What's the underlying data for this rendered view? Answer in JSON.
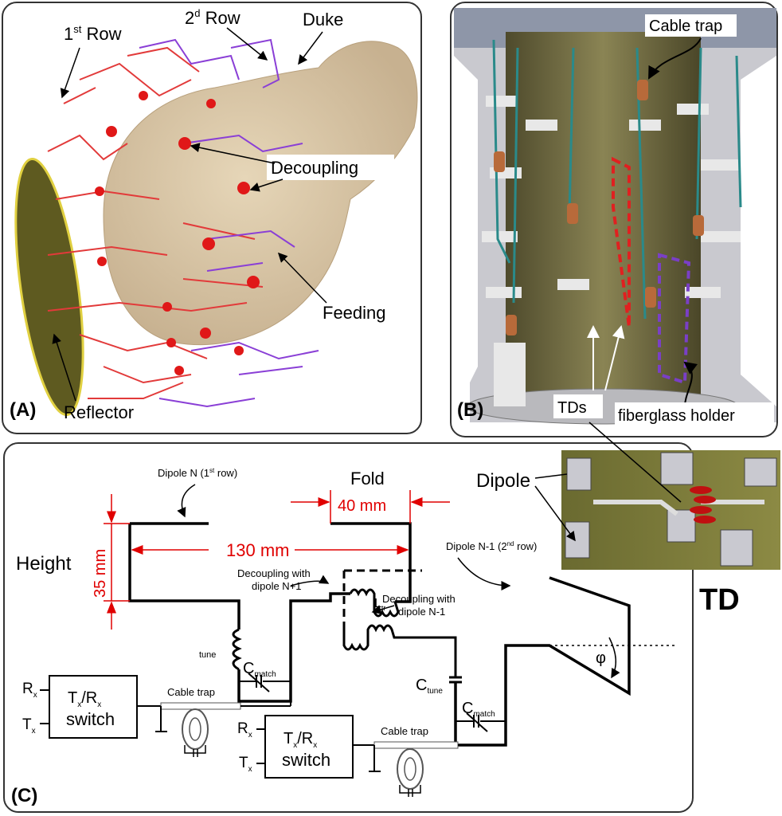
{
  "panel_a": {
    "tag": "(A)",
    "first_row": "1",
    "first_row_sup": "st",
    "first_row_suffix": " Row",
    "second_row": "2",
    "second_row_sup": "d",
    "second_row_suffix": " Row",
    "duke": "Duke",
    "decoupling": "Decoupling",
    "feeding": "Feeding",
    "reflector": "Reflector"
  },
  "panel_b": {
    "tag": "(B)",
    "cable_trap": "Cable trap",
    "tds": "TDs",
    "fiberglass_holder": "fiberglass holder"
  },
  "panel_c": {
    "tag": "(C)",
    "dipole_n": "Dipole N (1",
    "dipole_n_sup": "st",
    "dipole_n_suffix": " row)",
    "fold": "Fold",
    "fold_width": "40 mm",
    "length": "130 mm",
    "height": "Height",
    "height_value": "35 mm",
    "decoupling_n_plus_1": [
      "Decoupling with",
      "dipole N+1"
    ],
    "decoupling_n_minus_1": [
      "Decoupling with",
      "dipole N-1"
    ],
    "l_tr": "L",
    "l_tr_sub": "tr",
    "tune": "tune",
    "c_match": "C",
    "c_match_sub": "match",
    "c_tune": "C",
    "c_tune_sub": "tune",
    "dipole_n_minus_1": "Dipole N-1 (2",
    "dipole_n_minus_1_sup": "nd",
    "dipole_n_minus_1_suffix": " row)",
    "phi": "φ",
    "cable_trap": "Cable trap",
    "rx": "R",
    "tx": "T",
    "x_sub": "x",
    "switch_line1_t": "T",
    "switch_line1_r": "/R",
    "switch_line2": "switch"
  },
  "td_inset": {
    "dipole": "Dipole",
    "label": "TD"
  },
  "colors": {
    "first_row": "#e23a3a",
    "second_row": "#8a3fd6",
    "head": "#d9c6a5",
    "reflector": "#5e5a20",
    "dimension": "#e00000"
  }
}
